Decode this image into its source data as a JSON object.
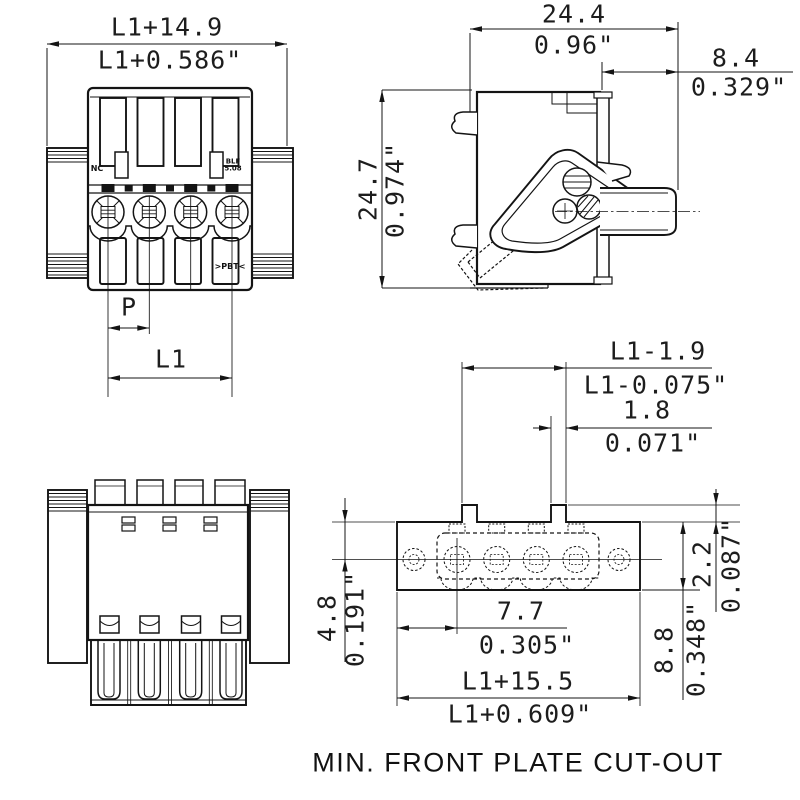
{
  "drawing": {
    "caption": "MIN. FRONT PLATE CUT-OUT",
    "front_view": {
      "dim_width_mm": "L1+14.9",
      "dim_width_in": "L1+0.586\"",
      "dim_pitch": "P",
      "dim_length": "L1",
      "marking_left": "NC",
      "marking_type_line1": "BLF",
      "marking_type_line2": "5.08",
      "marking_material": ">PBT<"
    },
    "side_view": {
      "dim_width_mm": "24.4",
      "dim_width_in": "0.96\"",
      "dim_depth_mm": "8.4",
      "dim_depth_in": "0.329\"",
      "dim_height_mm": "24.7",
      "dim_height_in": "0.974\""
    },
    "cutout_view": {
      "dim_tab_span_mm": "L1-1.9",
      "dim_tab_span_in": "L1-0.075\"",
      "dim_tab_width_mm": "1.8",
      "dim_tab_width_in": "0.071\"",
      "dim_center_offset_mm": "4.8",
      "dim_center_offset_in": "0.191\"",
      "dim_first_pole_mm": "7.7",
      "dim_first_pole_in": "0.305\"",
      "dim_tab_height_mm": "2.2",
      "dim_tab_height_in": "0.087\"",
      "dim_body_height_mm": "8.8",
      "dim_body_height_in": "0.348\"",
      "dim_overall_mm": "L1+15.5",
      "dim_overall_in": "L1+0.609\""
    }
  }
}
